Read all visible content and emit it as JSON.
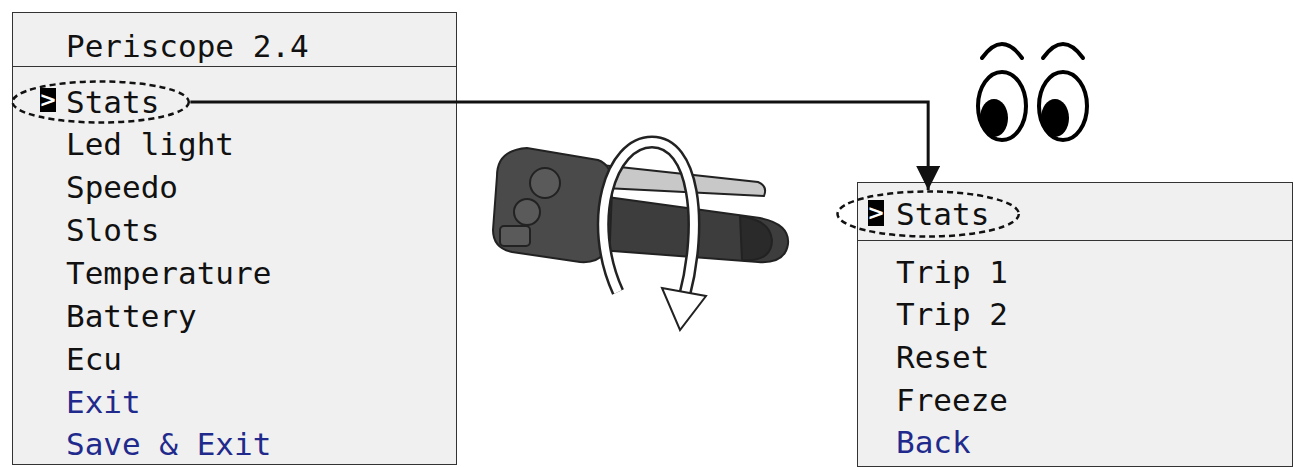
{
  "diagram": {
    "nodes": [
      {
        "text": [
          "Periscope 2.4",
          "Led light",
          "Speedo",
          "Slots",
          "Temperature",
          "Battery",
          "Ecu",
          "Exit",
          "Save & Exit"
        ]
      },
      {
        "text": [
          "Stats"
        ],
        "in": 0
      },
      {
        "text": [
          "Trip 1",
          "Trip 2",
          "Reset",
          "Freeze",
          "Back"
        ]
      },
      {
        "text": [
          "Stats"
        ],
        "in": 2
      }
    ],
    "edges": [
      {
        "from": 1,
        "to": 3,
        "arrow": "to"
      }
    ],
    "labels": [
      ">",
      ">"
    ]
  }
}
